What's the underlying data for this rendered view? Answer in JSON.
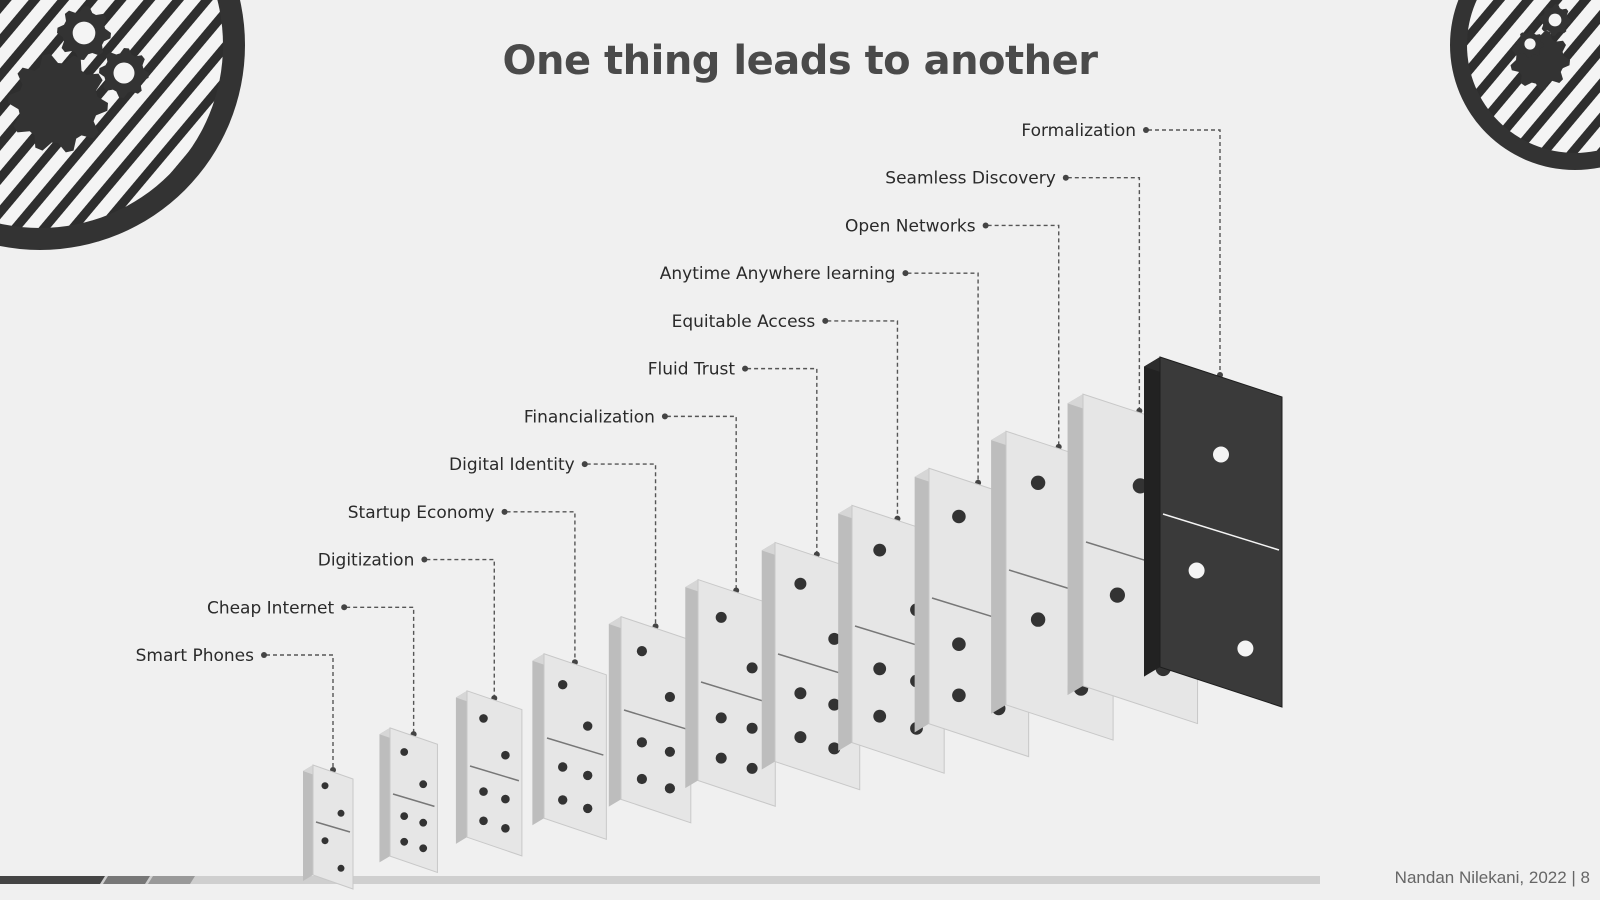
{
  "slide": {
    "title": "One thing leads to another",
    "footer": "Nandan Nilekani, 2022 | 8"
  },
  "chain": {
    "steps": [
      {
        "label": "Smart Phones"
      },
      {
        "label": "Cheap Internet"
      },
      {
        "label": "Digitization"
      },
      {
        "label": "Startup Economy"
      },
      {
        "label": "Digital Identity"
      },
      {
        "label": "Financialization"
      },
      {
        "label": "Fluid Trust"
      },
      {
        "label": "Equitable Access"
      },
      {
        "label": "Anytime Anywhere learning"
      },
      {
        "label": "Open Networks"
      },
      {
        "label": "Seamless Discovery"
      },
      {
        "label": "Formalization"
      }
    ],
    "highlight_index": 11
  },
  "colors": {
    "background": "#f0f0f0",
    "domino_light": "#e6e6e6",
    "domino_dark": "#3a3a3a",
    "accent_dark": "#333333",
    "leader_line": "#555555"
  },
  "icons": [
    "gear-icon",
    "gear-icon",
    "gear-icon",
    "gear-icon"
  ]
}
